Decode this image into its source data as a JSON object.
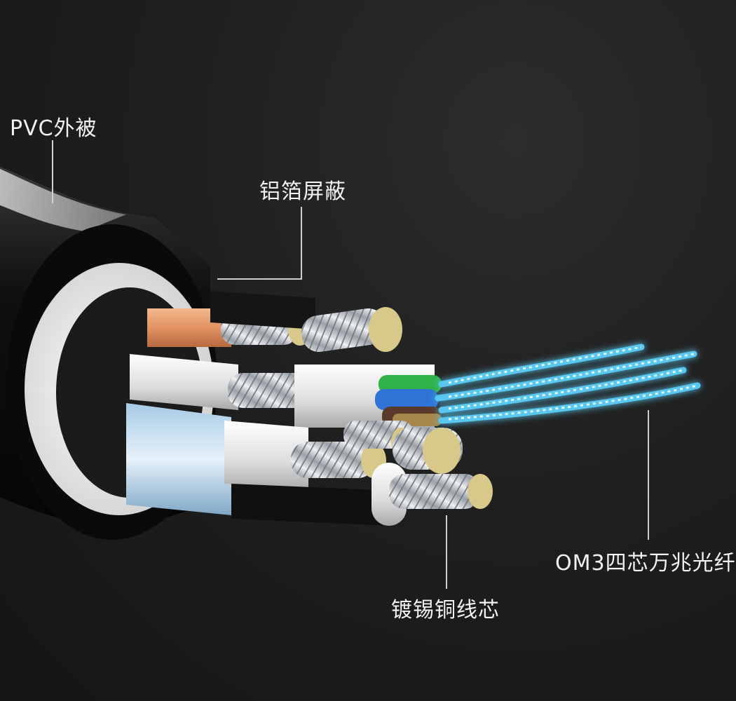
{
  "labels": {
    "pvc_jacket": "PVC外被",
    "foil_shield": "铝箔屏蔽",
    "tinned_copper_core": "镀锡铜线芯",
    "fiber": "OM3四芯万兆光纤"
  },
  "colors": {
    "background": "#1d1d1d",
    "jacket": "#0b0b0b",
    "shield": "#e8e8e8",
    "copper_strand": "#d9dde2",
    "copper_tip": "#d8c98a",
    "fiber_glow": "#58c8f0",
    "leader_line": "#cfcfcf",
    "label_text": "#f2f2f2"
  }
}
